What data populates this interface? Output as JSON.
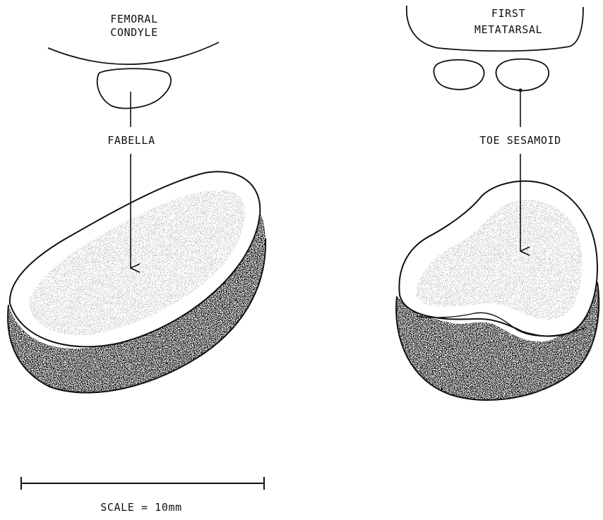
{
  "labels": {
    "femoral_condyle_line1": "FEMORAL",
    "femoral_condyle_line2": "CONDYLE",
    "fabella": "FABELLA",
    "first_metatarsal_line1": "FIRST",
    "first_metatarsal_line2": "METATARSAL",
    "toe_sesamoid": "TOE SESAMOID",
    "scale": "SCALE = 10mm"
  },
  "colors": {
    "ink": "#111111",
    "background": "#ffffff"
  }
}
